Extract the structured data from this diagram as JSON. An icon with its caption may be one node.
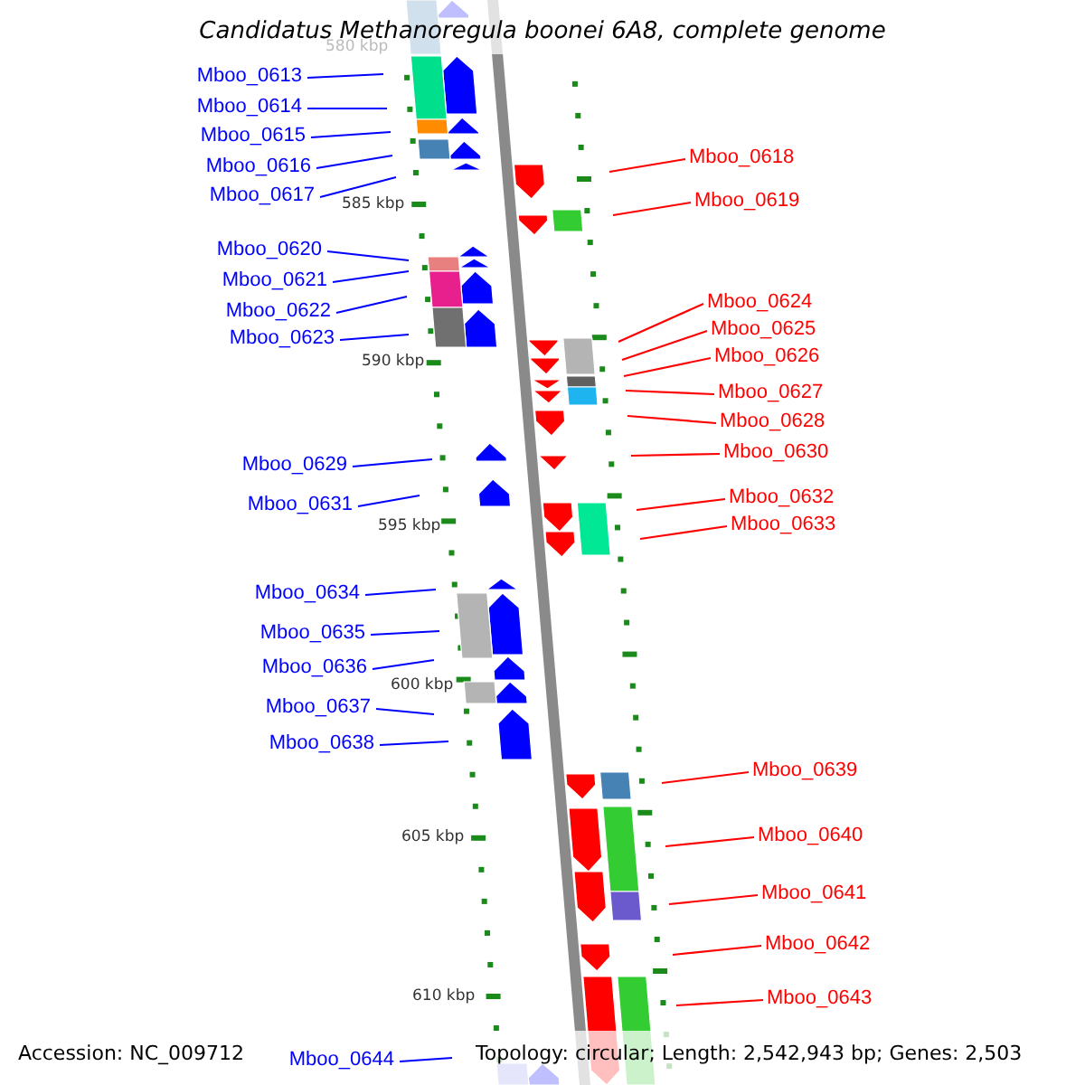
{
  "diagram": {
    "title": "Candidatus Methanoregula boonei 6A8, complete genome",
    "nodes": [
      {
        "text": [
          "Mboo_0613"
        ]
      },
      {
        "text": [
          "Mboo_0614"
        ]
      },
      {
        "text": [
          "Mboo_0615"
        ]
      },
      {
        "text": [
          "Mboo_0616"
        ]
      },
      {
        "text": [
          "Mboo_0617"
        ]
      },
      {
        "text": [
          "Mboo_0618"
        ]
      },
      {
        "text": [
          "Mboo_0619"
        ]
      },
      {
        "text": [
          "Mboo_0620"
        ]
      },
      {
        "text": [
          "Mboo_0621"
        ]
      },
      {
        "text": [
          "Mboo_0622"
        ]
      },
      {
        "text": [
          "Mboo_0623"
        ]
      },
      {
        "text": [
          "Mboo_0624"
        ]
      },
      {
        "text": [
          "Mboo_0625"
        ]
      },
      {
        "text": [
          "Mboo_0626"
        ]
      },
      {
        "text": [
          "Mboo_0627"
        ]
      },
      {
        "text": [
          "Mboo_0628"
        ]
      },
      {
        "text": [
          "Mboo_0629"
        ]
      },
      {
        "text": [
          "Mboo_0630"
        ]
      },
      {
        "text": [
          "Mboo_0631"
        ]
      },
      {
        "text": [
          "Mboo_0632"
        ]
      },
      {
        "text": [
          "Mboo_0633"
        ]
      },
      {
        "text": [
          "Mboo_0634"
        ]
      },
      {
        "text": [
          "Mboo_0635"
        ]
      },
      {
        "text": [
          "Mboo_0636"
        ]
      },
      {
        "text": [
          "Mboo_0637"
        ]
      },
      {
        "text": [
          "Mboo_0638"
        ]
      },
      {
        "text": [
          "Mboo_0639"
        ]
      },
      {
        "text": [
          "Mboo_0640"
        ]
      },
      {
        "text": [
          "Mboo_0641"
        ]
      },
      {
        "text": [
          "Mboo_0642"
        ]
      },
      {
        "text": [
          "Mboo_0643"
        ]
      },
      {
        "text": [
          "Mboo_0644"
        ]
      }
    ],
    "edges": [
      {
        "from": 0,
        "to": null,
        "arrow": "none"
      },
      {
        "from": 1,
        "to": null,
        "arrow": "none"
      },
      {
        "from": 2,
        "to": null,
        "arrow": "none"
      },
      {
        "from": 3,
        "to": null,
        "arrow": "none"
      },
      {
        "from": 4,
        "to": null,
        "arrow": "none"
      },
      {
        "from": 5,
        "to": null,
        "arrow": "none",
        "color": "#ff0000"
      },
      {
        "from": 6,
        "to": null,
        "arrow": "none",
        "color": "#ff0000"
      },
      {
        "from": 7,
        "to": null,
        "arrow": "none"
      },
      {
        "from": 8,
        "to": null,
        "arrow": "none"
      },
      {
        "from": 9,
        "to": null,
        "arrow": "none"
      },
      {
        "from": 10,
        "to": null,
        "arrow": "none"
      },
      {
        "from": 11,
        "to": null,
        "arrow": "none",
        "color": "#ff0000"
      },
      {
        "from": 12,
        "to": null,
        "arrow": "none",
        "color": "#ff0000"
      },
      {
        "from": 13,
        "to": null,
        "arrow": "none",
        "color": "#ff0000"
      },
      {
        "from": 14,
        "to": null,
        "arrow": "none",
        "color": "#ff0000"
      },
      {
        "from": 15,
        "to": null,
        "arrow": "none",
        "color": "#ff0000"
      },
      {
        "from": 16,
        "to": null,
        "arrow": "none"
      },
      {
        "from": 17,
        "to": null,
        "arrow": "none",
        "color": "#ff0000"
      },
      {
        "from": 18,
        "to": null,
        "arrow": "none"
      },
      {
        "from": 19,
        "to": null,
        "arrow": "none",
        "color": "#ff0000"
      },
      {
        "from": 20,
        "to": null,
        "arrow": "none",
        "color": "#ff0000"
      },
      {
        "from": 21,
        "to": null,
        "arrow": "none"
      },
      {
        "from": 22,
        "to": null,
        "arrow": "none"
      },
      {
        "from": 23,
        "to": null,
        "arrow": "none"
      },
      {
        "from": 24,
        "to": null,
        "arrow": "none"
      },
      {
        "from": 25,
        "to": null,
        "arrow": "none"
      },
      {
        "from": 26,
        "to": null,
        "arrow": "none",
        "color": "#ff0000"
      },
      {
        "from": 27,
        "to": null,
        "arrow": "none",
        "color": "#ff0000"
      },
      {
        "from": 28,
        "to": null,
        "arrow": "none",
        "color": "#ff0000"
      },
      {
        "from": 29,
        "to": null,
        "arrow": "none",
        "color": "#ff0000"
      },
      {
        "from": 30,
        "to": null,
        "arrow": "none",
        "color": "#ff0000"
      },
      {
        "from": 31,
        "to": null,
        "arrow": "none"
      }
    ],
    "labels": [
      "580 kbp",
      "585 kbp",
      "590 kbp",
      "595 kbp",
      "600 kbp",
      "605 kbp",
      "610 kbp",
      "Accession: NC_009712",
      "Topology: circular; Length: 2,542,943 bp; Genes: 2,503"
    ]
  }
}
